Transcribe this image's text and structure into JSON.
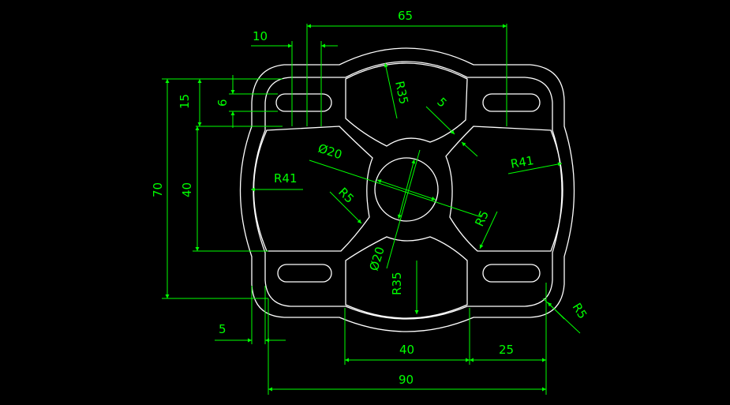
{
  "colors": {
    "background": "#000000",
    "geometry": "#ffffff",
    "dimension": "#00ff00"
  },
  "dimensions": {
    "d65": "65",
    "d10": "10",
    "d15": "15",
    "d6": "6",
    "d70": "70",
    "d40_left": "40",
    "r35_top": "R35",
    "d5_slot": "5",
    "dia20_a": "Ø20",
    "r41_left": "R41",
    "r41_right": "R41",
    "r5_left": "R5",
    "r5_right": "R5",
    "dia20_b": "Ø20",
    "r35_bottom": "R35",
    "r5_corner": "R5",
    "d5_bottom": "5",
    "d40_bottom": "40",
    "d25": "25",
    "d90": "90"
  }
}
